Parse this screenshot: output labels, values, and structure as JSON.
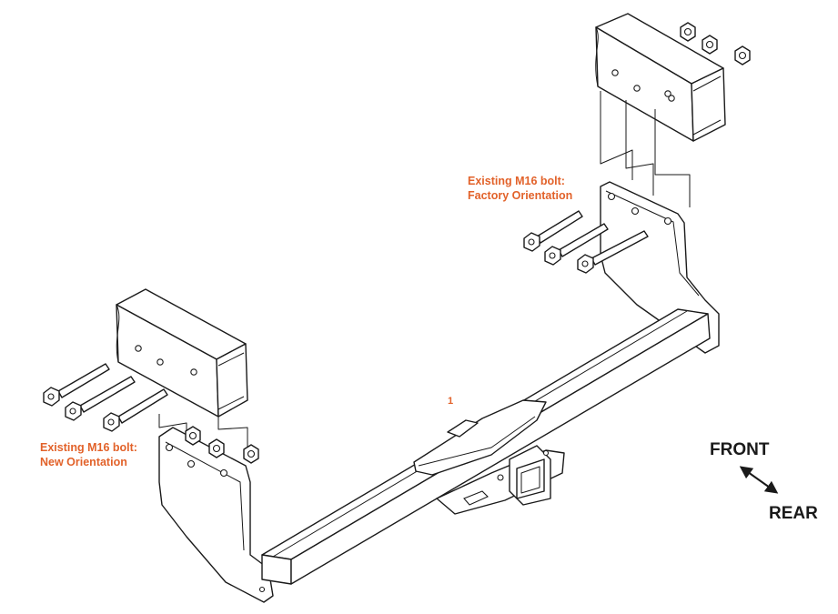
{
  "callouts": {
    "factory": {
      "line1": "Existing M16 bolt:",
      "line2": "Factory Orientation"
    },
    "new": {
      "line1": "Existing M16 bolt:",
      "line2": "New Orientation"
    }
  },
  "part_number": "1",
  "directions": {
    "front": "FRONT",
    "rear": "REAR"
  },
  "colors": {
    "callout": "#e2622a",
    "ink": "#1a1a1a",
    "background": "#ffffff"
  }
}
